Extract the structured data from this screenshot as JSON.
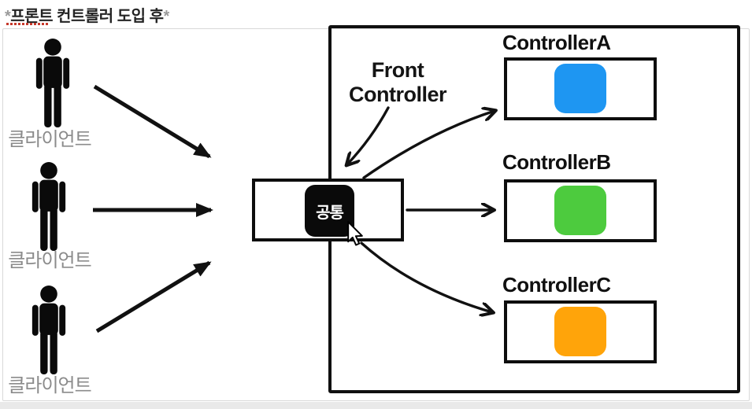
{
  "title": {
    "star_left": "*",
    "text": "프론트 컨트롤러 도입 후",
    "star_right": "*"
  },
  "clients": [
    {
      "label": "클라이언트"
    },
    {
      "label": "클라이언트"
    },
    {
      "label": "클라이언트"
    }
  ],
  "front_controller_caption": {
    "line1": "Front",
    "line2": "Controller"
  },
  "common_box": {
    "label": "공통"
  },
  "controllers": [
    {
      "name": "ControllerA",
      "color": "#1e96f2"
    },
    {
      "name": "ControllerB",
      "color": "#4dcb3e"
    },
    {
      "name": "ControllerC",
      "color": "#ffa40a"
    }
  ],
  "colors": {
    "line": "#111111",
    "client_label": "#8b8b8b",
    "underline_red": "#c6392b",
    "box_border": "#0d0d0d"
  }
}
